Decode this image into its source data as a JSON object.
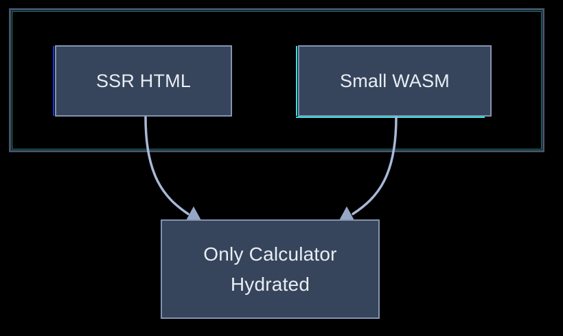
{
  "diagram": {
    "nodes": {
      "ssr": {
        "label": "SSR HTML"
      },
      "wasm": {
        "label": "Small WASM"
      },
      "hydrated": {
        "label": "Only Calculator Hydrated"
      }
    }
  },
  "colors": {
    "background": "#000000",
    "frame_border": "#46536b",
    "frame_inner": "#2b8789",
    "node_fill": "#36455b",
    "node_border": "#8394b0",
    "text": "#e9edf5",
    "connector": "#a9b8d6",
    "arrowhead": "#96a7c6",
    "accent_ssr": "#2336c4",
    "accent_wasm": "#38e2e2"
  }
}
